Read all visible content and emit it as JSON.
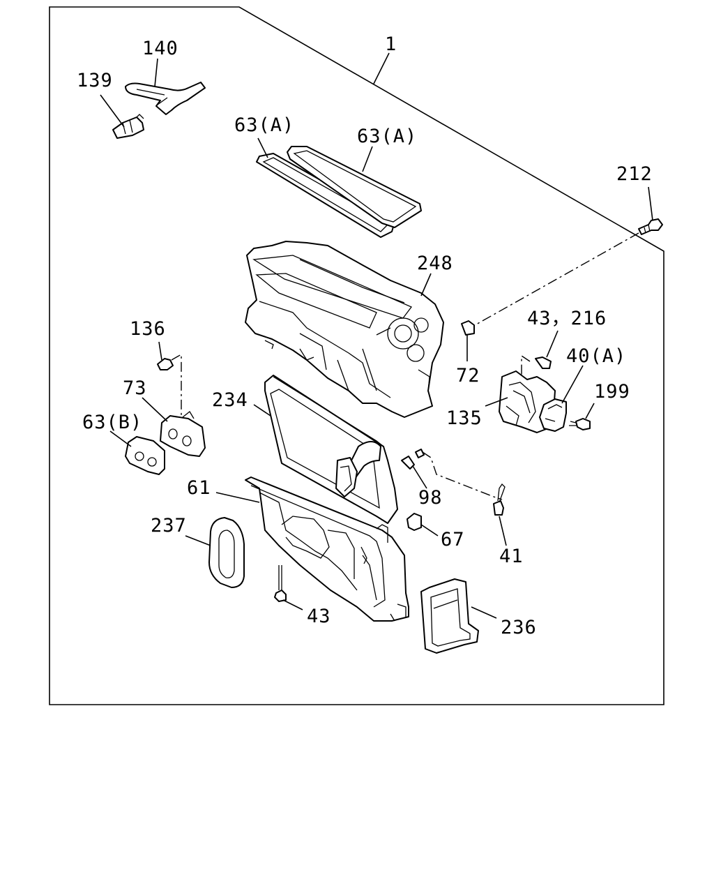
{
  "diagram": {
    "labels": {
      "l1": "1",
      "l139": "139",
      "l140": "140",
      "l63a_1": "63(A)",
      "l63a_2": "63(A)",
      "l212": "212",
      "l248": "248",
      "l136": "136",
      "l73": "73",
      "l63b": "63(B)",
      "l234": "234",
      "l43_216": "43，216",
      "l40a": "40(A)",
      "l72": "72",
      "l135": "135",
      "l199": "199",
      "l98": "98",
      "l61": "61",
      "l237": "237",
      "l67": "67",
      "l41": "41",
      "l43": "43",
      "l236": "236"
    }
  }
}
